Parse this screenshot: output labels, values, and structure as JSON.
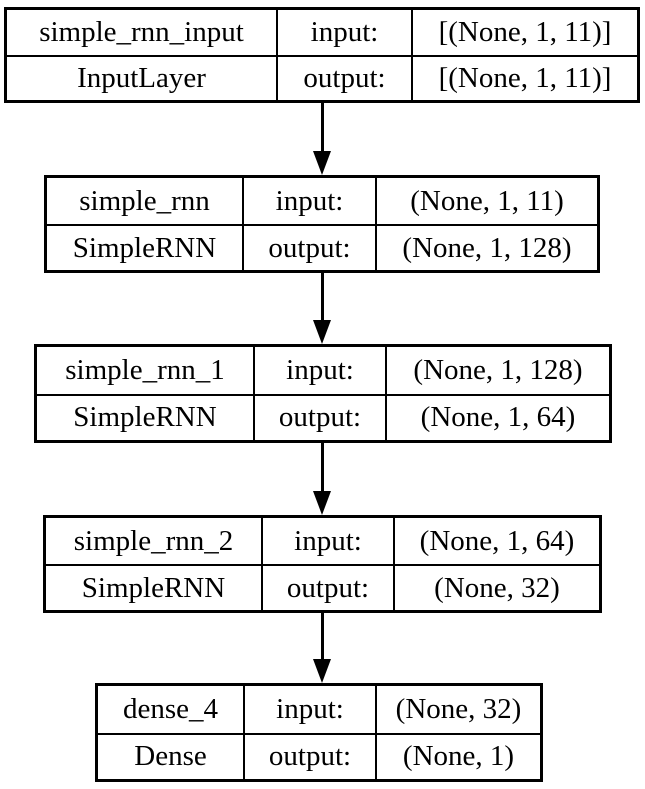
{
  "diagram": {
    "kind": "keras-model-plot",
    "background_color": "#ffffff",
    "line_color": "#000000",
    "nodes": [
      {
        "name": "simple_rnn_input",
        "layer_type": "InputLayer",
        "input_label": "input:",
        "output_label": "output:",
        "input_shape": "[(None, 1, 11)]",
        "output_shape": "[(None, 1, 11)]"
      },
      {
        "name": "simple_rnn",
        "layer_type": "SimpleRNN",
        "input_label": "input:",
        "output_label": "output:",
        "input_shape": "(None, 1, 11)",
        "output_shape": "(None, 1, 128)"
      },
      {
        "name": "simple_rnn_1",
        "layer_type": "SimpleRNN",
        "input_label": "input:",
        "output_label": "output:",
        "input_shape": "(None, 1, 128)",
        "output_shape": "(None, 1, 64)"
      },
      {
        "name": "simple_rnn_2",
        "layer_type": "SimpleRNN",
        "input_label": "input:",
        "output_label": "output:",
        "input_shape": "(None, 1, 64)",
        "output_shape": "(None, 32)"
      },
      {
        "name": "dense_4",
        "layer_type": "Dense",
        "input_label": "input:",
        "output_label": "output:",
        "input_shape": "(None, 32)",
        "output_shape": "(None, 1)"
      }
    ],
    "edges": [
      {
        "from": "simple_rnn_input",
        "to": "simple_rnn"
      },
      {
        "from": "simple_rnn",
        "to": "simple_rnn_1"
      },
      {
        "from": "simple_rnn_1",
        "to": "simple_rnn_2"
      },
      {
        "from": "simple_rnn_2",
        "to": "dense_4"
      }
    ]
  }
}
